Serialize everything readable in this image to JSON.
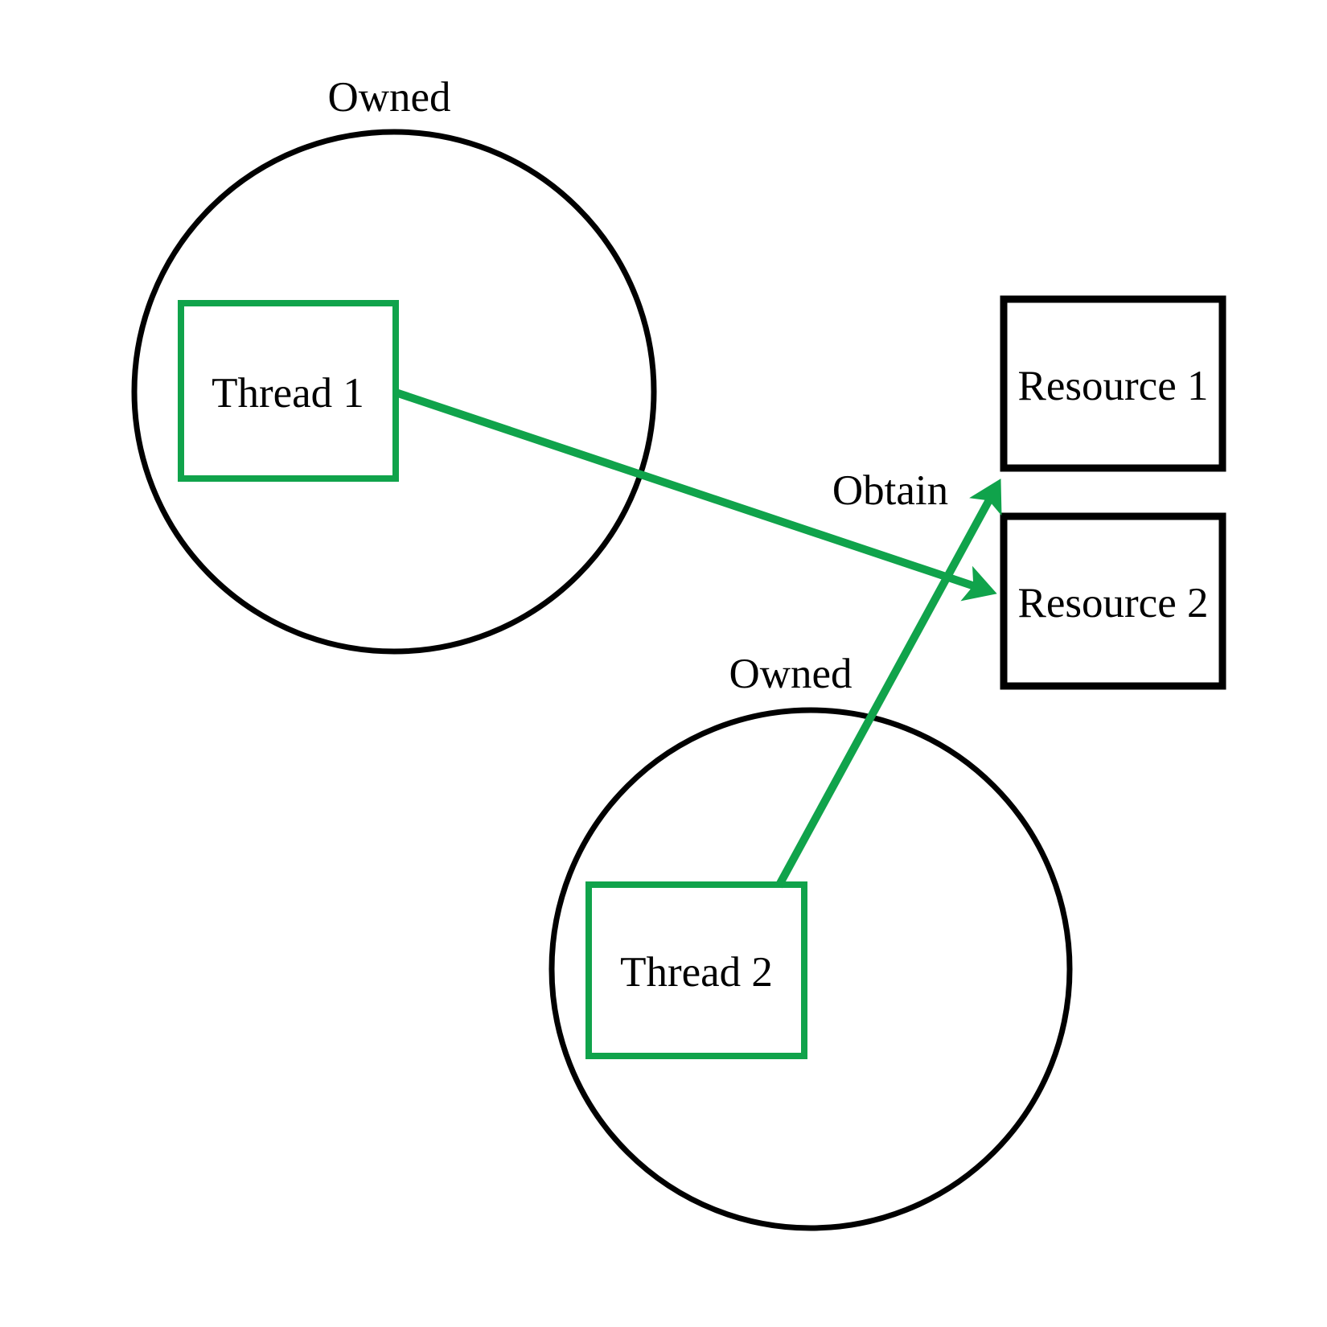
{
  "diagram": {
    "owned_label_1": "Owned",
    "owned_label_2": "Owned",
    "obtain_label": "Obtain",
    "thread_1_label": "Thread 1",
    "thread_2_label": "Thread 2",
    "resource_1_label": "Resource 1",
    "resource_2_label": "Resource 2",
    "colors": {
      "arrow_green": "#10A34B",
      "outline_black": "#000000",
      "background": "#FFFFFF"
    }
  }
}
